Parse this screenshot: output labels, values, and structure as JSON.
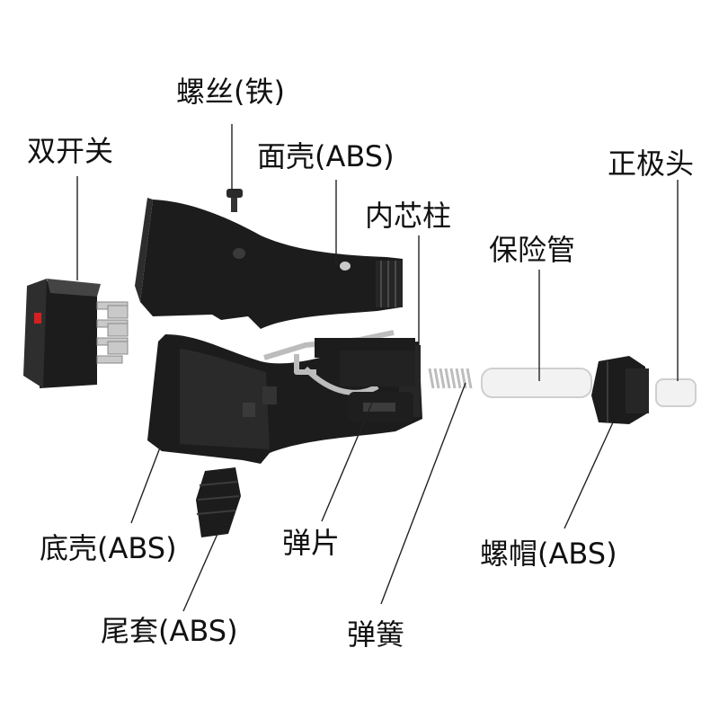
{
  "colors": {
    "plastic": "#1c1c1c",
    "plastic_light": "#3a3a3a",
    "metal": "#c9c9c9",
    "white_part": "#f2f2f2",
    "switch_red": "#d42020",
    "leader": "#222222"
  },
  "labels": {
    "screw": "螺丝(铁)",
    "double_switch": "双开关",
    "face_shell": "面壳(ABS)",
    "inner_post": "内芯柱",
    "positive_tip": "正极头",
    "fuse_tube": "保险管",
    "bottom_shell": "底壳(ABS)",
    "spring_plate": "弹片",
    "nut_cap": "螺帽(ABS)",
    "tail_sleeve": "尾套(ABS)",
    "spring": "弹簧"
  }
}
